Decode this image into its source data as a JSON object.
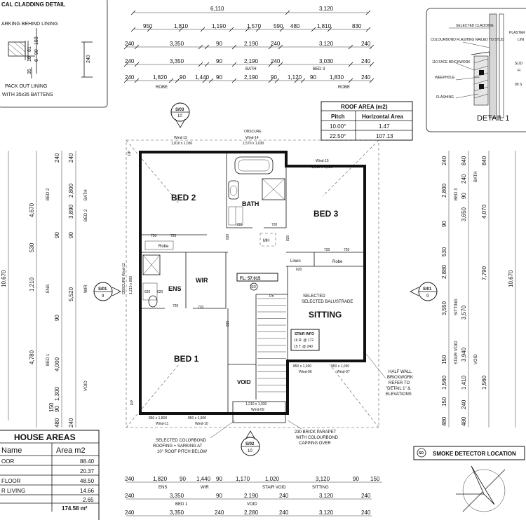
{
  "top_left_detail": {
    "title": "CAL CLADDING DETAIL",
    "note1": "ARKING BEHIND LINING",
    "note2": "PACK OUT LINING",
    "note3": "WITH 35x35 BATTENS",
    "dims": [
      "35",
      "18",
      "81",
      "6",
      "90",
      "150",
      "240"
    ]
  },
  "top_dims": {
    "row1": [
      "6,110",
      "3,120"
    ],
    "row2": [
      "950",
      "1,810",
      "1,190",
      "1,570",
      "590",
      "480",
      "1,810",
      "830"
    ],
    "row3": [
      "240",
      "3,350",
      "90",
      "2,190",
      "240",
      "3,120",
      "240"
    ],
    "row4": [
      "240",
      "3,350",
      "90",
      "2,190",
      "240",
      "3,030",
      "240"
    ],
    "row4_labels": [
      "BATH",
      "BED 3"
    ],
    "row5": [
      "240",
      "1,820",
      "90",
      "1,440",
      "90",
      "2,190",
      "90",
      "1,120",
      "90",
      "1,830",
      "240"
    ],
    "row5_labels": [
      "ROBE",
      "ROBE"
    ]
  },
  "detail1": {
    "title": "DETAIL 1",
    "labels": [
      "SELECTED CLADDING",
      "COLOURBOND FLASHING NAILED TO STUD",
      "110 FACE BRICKWORK",
      "WEEPHOLE",
      "FLASHING",
      "PLASTER",
      "LINI",
      "SLID",
      "FI",
      "90 S"
    ]
  },
  "roof_area": {
    "title": "ROOF AREA (m2)",
    "headers": [
      "Pitch",
      "Horizontal Area"
    ],
    "rows": [
      [
        "10.00°",
        "1.47"
      ],
      [
        "22.50°",
        "107.13"
      ]
    ]
  },
  "left_dims": {
    "outer": "10,670",
    "col1": [
      "4,670",
      "530",
      "1,210",
      "4,780"
    ],
    "col2": [
      "240",
      "90",
      "90",
      "4,000",
      "1,300",
      "90",
      "150",
      "480"
    ],
    "col2_labels": [
      "BED 2",
      "ENS",
      "BED 1"
    ],
    "col3": [
      "240",
      "2,800",
      "3,890",
      "90",
      "5,520",
      "240"
    ],
    "col3_labels": [
      "BATH",
      "BED 2",
      "WIR",
      "VOID"
    ]
  },
  "right_dims": {
    "outer": "10,670",
    "col1": [
      "240",
      "2,800",
      "90",
      "530",
      "2,880",
      "3,550",
      "150",
      "1,560",
      "150",
      "480"
    ],
    "col1_labels": [
      "BED 3",
      "SITTING",
      "STAIR VOID"
    ],
    "col2": [
      "840",
      "240",
      "90",
      "3,650",
      "3,570",
      "3,940",
      "1,410",
      "240",
      "480"
    ],
    "col2_labels": [
      "BATH",
      "VOID"
    ],
    "col3": [
      "840",
      "4,070",
      "7,790",
      "1,560"
    ]
  },
  "section_markers": [
    {
      "id": "S/03",
      "n": "10"
    },
    {
      "id": "S/01",
      "n": "9"
    },
    {
      "id": "S/01",
      "n": "9"
    },
    {
      "id": "S/02",
      "n": "10"
    }
  ],
  "rooms": {
    "bed2": "BED 2",
    "bath": "BATH",
    "bed3": "BED 3",
    "ens": "ENS",
    "wir": "WIR",
    "sitting": "SITTING",
    "bed1": "BED 1",
    "void": "VOID",
    "robe1": "Robe",
    "robe2": "Robe",
    "linen": "Linen",
    "mh": "MH",
    "fl": "FL: 57.015",
    "sd": "SD"
  },
  "plan_notes": {
    "wind13": "Wind-13",
    "w13size": "1,810 x 1,030",
    "obscure": "OBSCURE",
    "wind14": "Wind-14",
    "w14size": "1,570 x 1,030",
    "wind15": "Wind-15",
    "w15size": "1,810 x 1,030",
    "obscure_left": "OBSCURE Wind-12",
    "w12size": "1,210 x 860",
    "wind06": "Wind-06",
    "w06size": "850 x 1,030",
    "wind07": "Wind-07",
    "w07size": "850 x 1,030",
    "wind11": "Wind-11",
    "w11size": "850 x 1,800",
    "wind10": "Wind-10",
    "w10size": "850 x 1,800",
    "wind09": "Wind-09",
    "w09size": "1,210 x 1,030",
    "doors": [
      "720",
      "720",
      "720",
      "720",
      "820",
      "820",
      "820",
      "720",
      "720",
      "720",
      "720",
      "620",
      "620",
      "620"
    ],
    "dp1": "DP",
    "dp2": "DP",
    "balustrade": "SELECTED BALUSTRADE",
    "dn": "Dn",
    "stair_title": "STAIR INFO",
    "stair1": "16 R. @ 172",
    "stair2": "15 T. @ 240"
  },
  "callouts": {
    "halfwall": [
      "HALF WALL",
      "BRICKWORK",
      "REFER TO",
      "\"DETAIL 1\" &",
      "ELEVATIONS"
    ],
    "roofing": [
      "SELECTED COLORBOND",
      "ROOFING + SARKING AT",
      "10° ROOF PITCH BELOW"
    ],
    "parapet": [
      "230 BRICK PARAPET",
      "WITH COLOURBOND",
      "CAPPING OVER"
    ]
  },
  "smoke_detector": {
    "symbol": "SD",
    "label": "SMOKE DETECTOR LOCATION"
  },
  "bottom_dims": {
    "row1": [
      "240",
      "1,820",
      "90",
      "1,440",
      "90",
      "1,170",
      "1,020",
      "3,120",
      "90",
      "150"
    ],
    "row1_labels": [
      "ENS",
      "WIR",
      "STAIR VOID",
      "SITTING"
    ],
    "row2": [
      "240",
      "3,350",
      "90",
      "2,190",
      "240",
      "3,120",
      "240"
    ],
    "row2_labels": [
      "BED 1",
      "VOID"
    ],
    "row3": [
      "240",
      "3,350",
      "240",
      "2,280",
      "240",
      "3,120",
      "240"
    ]
  },
  "house_areas": {
    "title": "HOUSE AREAS",
    "headers": [
      "Name",
      "Area m2"
    ],
    "rows": [
      [
        "OOR",
        "88.40"
      ],
      [
        "",
        "20.37"
      ],
      [
        "FLOOR",
        "48.50"
      ],
      [
        "R LIVING",
        "14.66"
      ],
      [
        "",
        "2.65"
      ]
    ],
    "total": "174.58 m²"
  }
}
